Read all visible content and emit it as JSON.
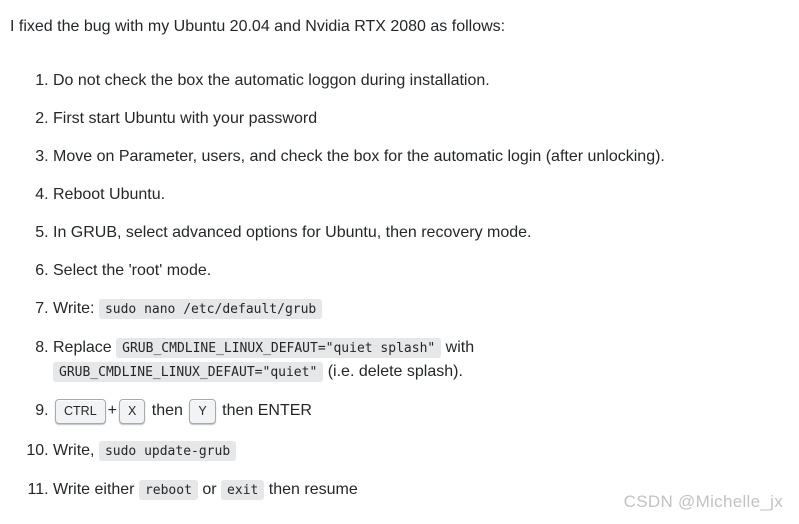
{
  "intro": "I fixed the bug with my Ubuntu 20.04 and Nvidia RTX 2080 as follows:",
  "steps": [
    {
      "segments": [
        {
          "t": "text",
          "v": "Do not check the box the automatic loggon during installation."
        }
      ]
    },
    {
      "segments": [
        {
          "t": "text",
          "v": "First start Ubuntu with your password"
        }
      ]
    },
    {
      "segments": [
        {
          "t": "text",
          "v": "Move on Parameter, users, and check the box for the automatic login (after unlocking)."
        }
      ]
    },
    {
      "segments": [
        {
          "t": "text",
          "v": "Reboot Ubuntu."
        }
      ]
    },
    {
      "segments": [
        {
          "t": "text",
          "v": "In GRUB, select advanced options for Ubuntu, then recovery mode."
        }
      ]
    },
    {
      "segments": [
        {
          "t": "text",
          "v": "Select the 'root' mode."
        }
      ]
    },
    {
      "segments": [
        {
          "t": "text",
          "v": "Write: "
        },
        {
          "t": "code",
          "v": "sudo nano /etc/default/grub"
        }
      ]
    },
    {
      "segments": [
        {
          "t": "text",
          "v": "Replace "
        },
        {
          "t": "code",
          "v": "GRUB_CMDLINE_LINUX_DEFAUT=\"quiet splash\""
        },
        {
          "t": "text",
          "v": " with "
        },
        {
          "t": "br"
        },
        {
          "t": "code",
          "v": "GRUB_CMDLINE_LINUX_DEFAUT=\"quiet\""
        },
        {
          "t": "text",
          "v": " (i.e. delete splash)."
        }
      ]
    },
    {
      "segments": [
        {
          "t": "kbd",
          "v": "CTRL"
        },
        {
          "t": "text",
          "v": "+"
        },
        {
          "t": "kbd",
          "v": "X"
        },
        {
          "t": "text",
          "v": " then "
        },
        {
          "t": "kbd",
          "v": "Y"
        },
        {
          "t": "text",
          "v": " then ENTER"
        }
      ]
    },
    {
      "segments": [
        {
          "t": "text",
          "v": "Write, "
        },
        {
          "t": "code",
          "v": "sudo update-grub"
        }
      ]
    },
    {
      "segments": [
        {
          "t": "text",
          "v": "Write either "
        },
        {
          "t": "code",
          "v": "reboot"
        },
        {
          "t": "text",
          "v": " or "
        },
        {
          "t": "code",
          "v": "exit"
        },
        {
          "t": "text",
          "v": " then resume"
        }
      ]
    }
  ],
  "watermark": "CSDN @Michelle_jx",
  "colors": {
    "page_bg": "#ffffff",
    "text": "#242729",
    "code_bg": "#e6e7e9",
    "kbd_bg": "#f2f3f4",
    "kbd_border": "#a3aab0",
    "watermark": "#c2c2c2"
  }
}
